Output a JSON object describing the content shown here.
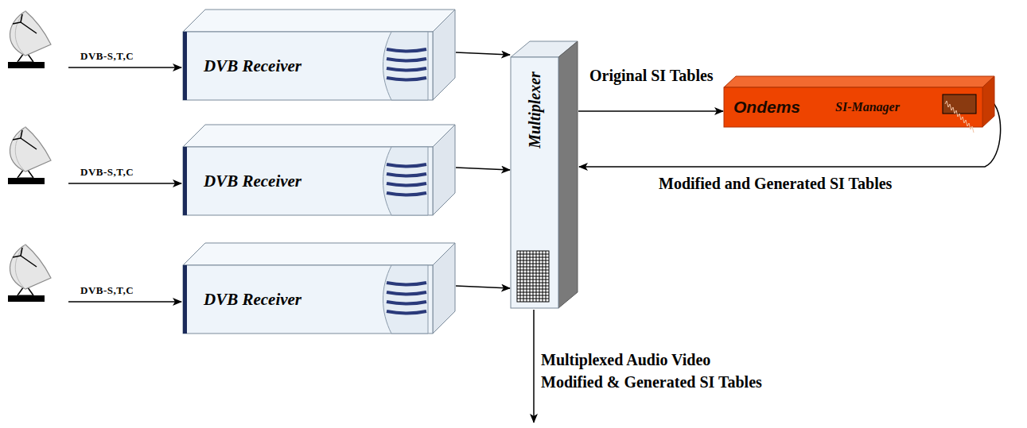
{
  "diagram": {
    "nodes": [
      {
        "text": [
          "DVB Receiver"
        ]
      },
      {
        "text": [
          "DVB Receiver"
        ]
      },
      {
        "text": [
          "DVB Receiver"
        ]
      },
      {
        "text": [
          "Multiplexer"
        ]
      },
      {
        "text": [
          "Ondems",
          "SI-Manager"
        ]
      }
    ],
    "edges": [
      {
        "from": 0,
        "to": 3,
        "arrow": "to"
      },
      {
        "from": 1,
        "to": 3,
        "arrow": "to"
      },
      {
        "from": 2,
        "to": 3,
        "arrow": "to"
      },
      {
        "from": 3,
        "to": 4,
        "label": "Original SI Tables",
        "arrow": "to"
      },
      {
        "from": 4,
        "to": 3,
        "label": "Modified and Generated SI Tables",
        "arrow": "to"
      }
    ],
    "labels": [
      "DVB-S,T,C",
      "DVB-S,T,C",
      "DVB-S,T,C",
      "Multiplexed Audio Video",
      "Modified & Generated SI Tables"
    ]
  }
}
